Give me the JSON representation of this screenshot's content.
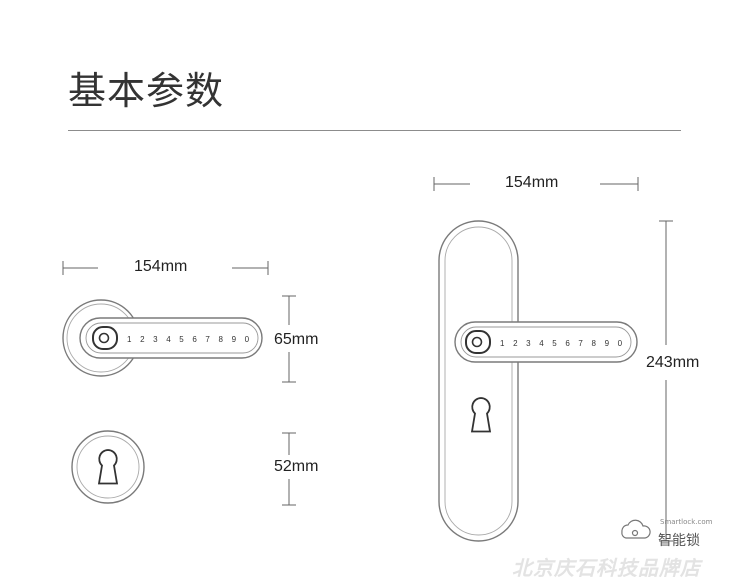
{
  "heading": "基本参数",
  "dimensions": {
    "round_rose_width": "154mm",
    "round_rose_height": "65mm",
    "escutcheon_diameter": "52mm",
    "plate_width": "154mm",
    "plate_height": "243mm"
  },
  "keypad_digits": "1 2 3 4 5 6 7 8 9 0",
  "brand": {
    "logo_text_cn": "智能锁",
    "logo_text_en": "Smartlock.com"
  },
  "watermark": "北京庆石科技品牌店"
}
